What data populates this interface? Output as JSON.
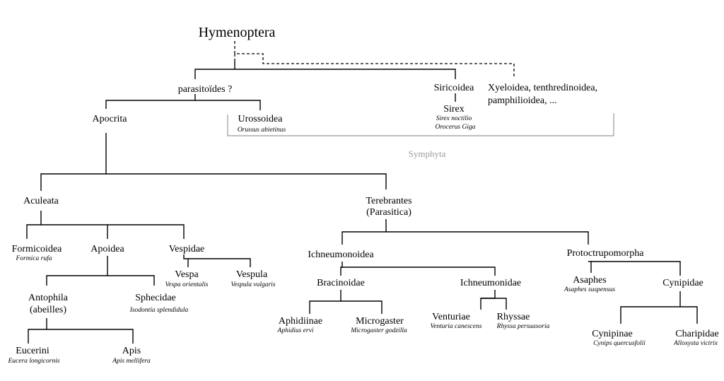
{
  "root": "Hymenoptera",
  "nodes": {
    "parasitoides": "parasitoïdes ?",
    "siricoidea": "Siricoidea",
    "xyeloidea_1": "Xyeloidea, tenthredinoidea,",
    "xyeloidea_2": "pamphilioidea, ...",
    "apocrita": "Apocrita",
    "urossoidea": "Urossoidea",
    "sirex": "Sirex",
    "aculeata": "Aculeata",
    "terebrantes_1": "Terebrantes",
    "terebrantes_2": "(Parasitica)",
    "formicoidea": "Formicoidea",
    "apoidea": "Apoidea",
    "vespidae": "Vespidae",
    "vespa": "Vespa",
    "vespula": "Vespula",
    "antophila_1": "Antophila",
    "antophila_2": "(abeilles)",
    "sphecidae": "Sphecidae",
    "eucerini": "Eucerini",
    "apis": "Apis",
    "ichneumonoidea": "Ichneumonoidea",
    "protoctrupomorpha": "Protoctrupomorpha",
    "bracinoidae": "Bracinoidae",
    "ichneumonidae": "Ichneumonidae",
    "aphidiinae": "Aphidiinae",
    "microgaster": "Microgaster",
    "venturiae": "Venturiae",
    "rhyssae": "Rhyssae",
    "asaphes": "Asaphes",
    "cynipidae": "Cynipidae",
    "cynipinae": "Cynipinae",
    "charipidae": "Charipidae"
  },
  "species": {
    "orussus": "Orussus abietinus",
    "sirex_noctilio": "Sirex noctilio",
    "orocerus": "Orocerus Giga",
    "formica": "Formica rufa",
    "vespa_orientalis": "Vespa orientalis",
    "vespula_vulgaris": "Vespula vulgaris",
    "isodontia": "Isodontia splendidula",
    "eucera": "Eucera longicornis",
    "apis_mellifera": "Apis mellifera",
    "aphidius": "Aphidius ervi",
    "microgaster_godzilla": "Microgaster godzilla",
    "venturia": "Venturia canescens",
    "rhyssa": "Rhyssa persuasoria",
    "asaphes_suspensus": "Asaphes suspensus",
    "cynips": "Cynips quercusfolii",
    "alloxysta": "Alloxysta victrix"
  },
  "group_label": "Symphyta"
}
